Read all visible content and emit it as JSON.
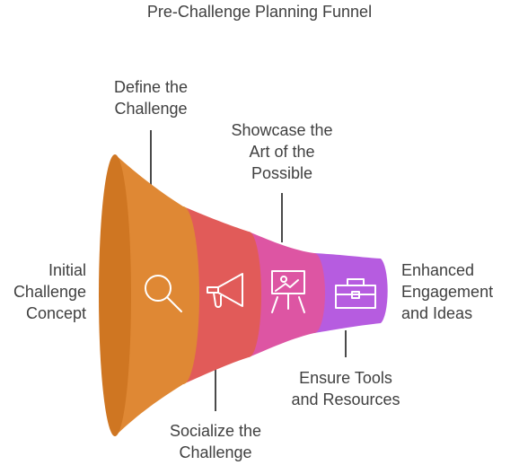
{
  "title": "Pre-Challenge Planning Funnel",
  "input_label": "Initial\nChallenge\nConcept",
  "output_label": "Enhanced\nEngagement\nand Ideas",
  "stages": [
    {
      "label": "Define the\nChallenge",
      "icon": "magnifier-icon",
      "color": "#df8834"
    },
    {
      "label": "Socialize the\nChallenge",
      "icon": "megaphone-icon",
      "color": "#e15b59"
    },
    {
      "label": "Showcase the\nArt of the\nPossible",
      "icon": "presentation-easel-icon",
      "color": "#dd55a3"
    },
    {
      "label": "Ensure Tools\nand Resources",
      "icon": "toolbox-icon",
      "color": "#b65ce0"
    }
  ],
  "colors": {
    "rim": "#cf7622",
    "text": "#404040",
    "line": "#4a4a4a"
  }
}
